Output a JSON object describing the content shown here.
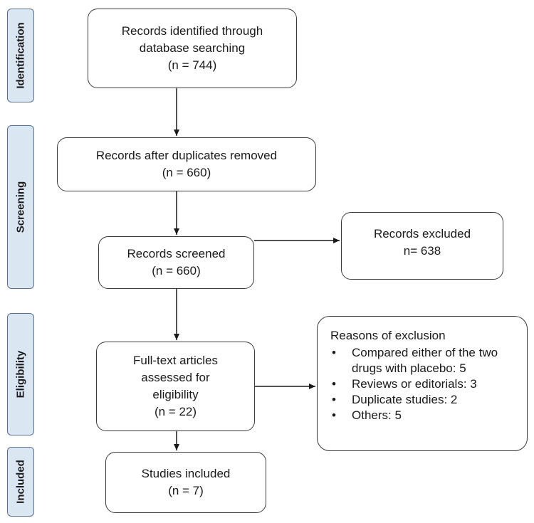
{
  "phases": {
    "identification": "Identification",
    "screening": "Screening",
    "eligibility": "Eligibility",
    "included": "Included"
  },
  "boxes": {
    "identified": {
      "line1": "Records identified through",
      "line2": "database  searching",
      "line3": "(n = 744)"
    },
    "duplicates_removed": {
      "line1": "Records after duplicates removed",
      "line2": "(n = 660)"
    },
    "screened": {
      "line1": "Records screened",
      "line2": "(n = 660)"
    },
    "excluded": {
      "line1": "Records excluded",
      "line2": "n= 638"
    },
    "full_text": {
      "line1": "Full-text articles",
      "line2": "assessed for",
      "line3": "eligibility",
      "line4": "(n = 22)"
    },
    "included": {
      "line1": "Studies included",
      "line2": "(n = 7)"
    }
  },
  "reasons": {
    "title": "Reasons of exclusion",
    "items": [
      "Compared either of the two drugs with placebo: 5",
      "Reviews or editorials: 3",
      "Duplicate studies: 2",
      "Others: 5"
    ]
  }
}
